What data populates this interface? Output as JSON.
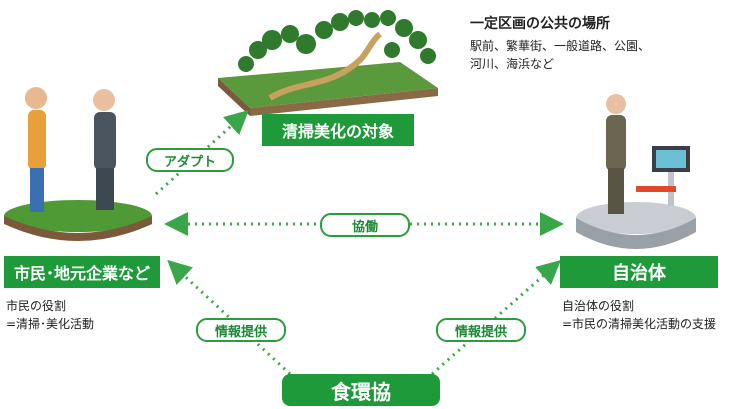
{
  "target": {
    "label": "清掃美化の対象",
    "heading": "一定区画の公共の場所",
    "places_line1": "駅前、繁華街、一般道路、公園、",
    "places_line2": "河川、海浜など"
  },
  "citizens": {
    "label": "市民･地元企業など",
    "role_line1": "市民の役割",
    "role_line2": "=清掃･美化活動"
  },
  "municipality": {
    "label": "自治体",
    "role_line1": "自治体の役割",
    "role_line2": "=市民の清掃美化活動の支援"
  },
  "association": {
    "label": "食環協"
  },
  "connectors": {
    "adopt": "アダプト",
    "cooperation": "協働",
    "info_left": "情報提供",
    "info_right": "情報提供"
  },
  "colors": {
    "accent_green": "#1e9a3a",
    "dotted_line": "#3aa64a"
  }
}
